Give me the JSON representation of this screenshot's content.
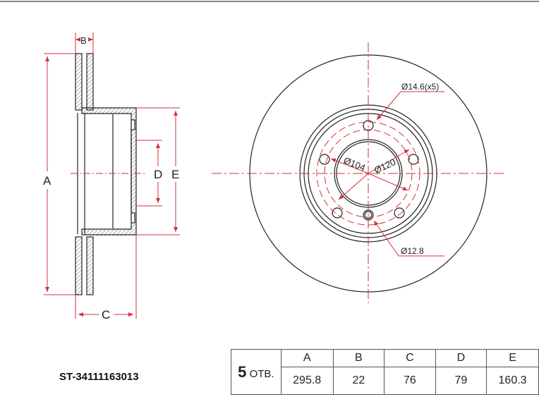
{
  "part_number": "ST-34111163013",
  "dimension_labels": {
    "A": "A",
    "B": "B",
    "C": "C",
    "D": "D",
    "E": "E"
  },
  "callouts": {
    "bolt_holes": "Ø14.6(x5)",
    "pcd": "Ø120",
    "hub_bore": "Ø104",
    "pin_hole": "Ø12.8"
  },
  "table": {
    "holes_count": "5",
    "holes_label": "ОТВ.",
    "headers": [
      "A",
      "B",
      "C",
      "D",
      "E"
    ],
    "values": [
      "295.8",
      "22",
      "76",
      "79",
      "160.3"
    ]
  },
  "colors": {
    "dimension": "#d0323c",
    "outline": "#222222"
  }
}
